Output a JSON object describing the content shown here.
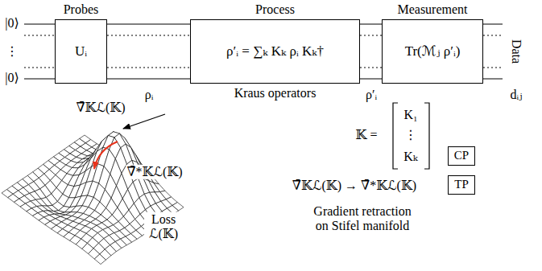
{
  "diagram": {
    "nodes": [
      {
        "text": [
          "Probes",
          "Uᵢ"
        ]
      },
      {
        "text": [
          "Process",
          "ρ′ᵢ = ∑ₖ Kₖ ρᵢ Kₖ†",
          "Kraus operators"
        ]
      },
      {
        "text": [
          "Measurement",
          "Tr(ℳⱼ ρ′ᵢ)"
        ]
      },
      {
        "text": [
          "CP"
        ]
      },
      {
        "text": [
          "TP"
        ]
      }
    ],
    "edges": [
      {
        "from": 0,
        "to": 1,
        "arrow": "none"
      },
      {
        "from": 1,
        "to": 2,
        "arrow": "none"
      }
    ],
    "labels": [
      "|0⟩",
      "⋮",
      "|0⟩",
      "ρᵢ",
      "ρ′ᵢ",
      "Data",
      "dᵢⱼ",
      "∇̄𝕂ℒ(𝕂)",
      "∇̄*𝕂ℒ(𝕂)",
      "Loss ℒ(𝕂)",
      "𝕂 =",
      "K₁",
      "⋮",
      "Kₖ",
      "∇̄𝕂ℒ(𝕂) → ∇̄*𝕂ℒ(𝕂)",
      "Gradient retraction on Stifel manifold"
    ]
  }
}
